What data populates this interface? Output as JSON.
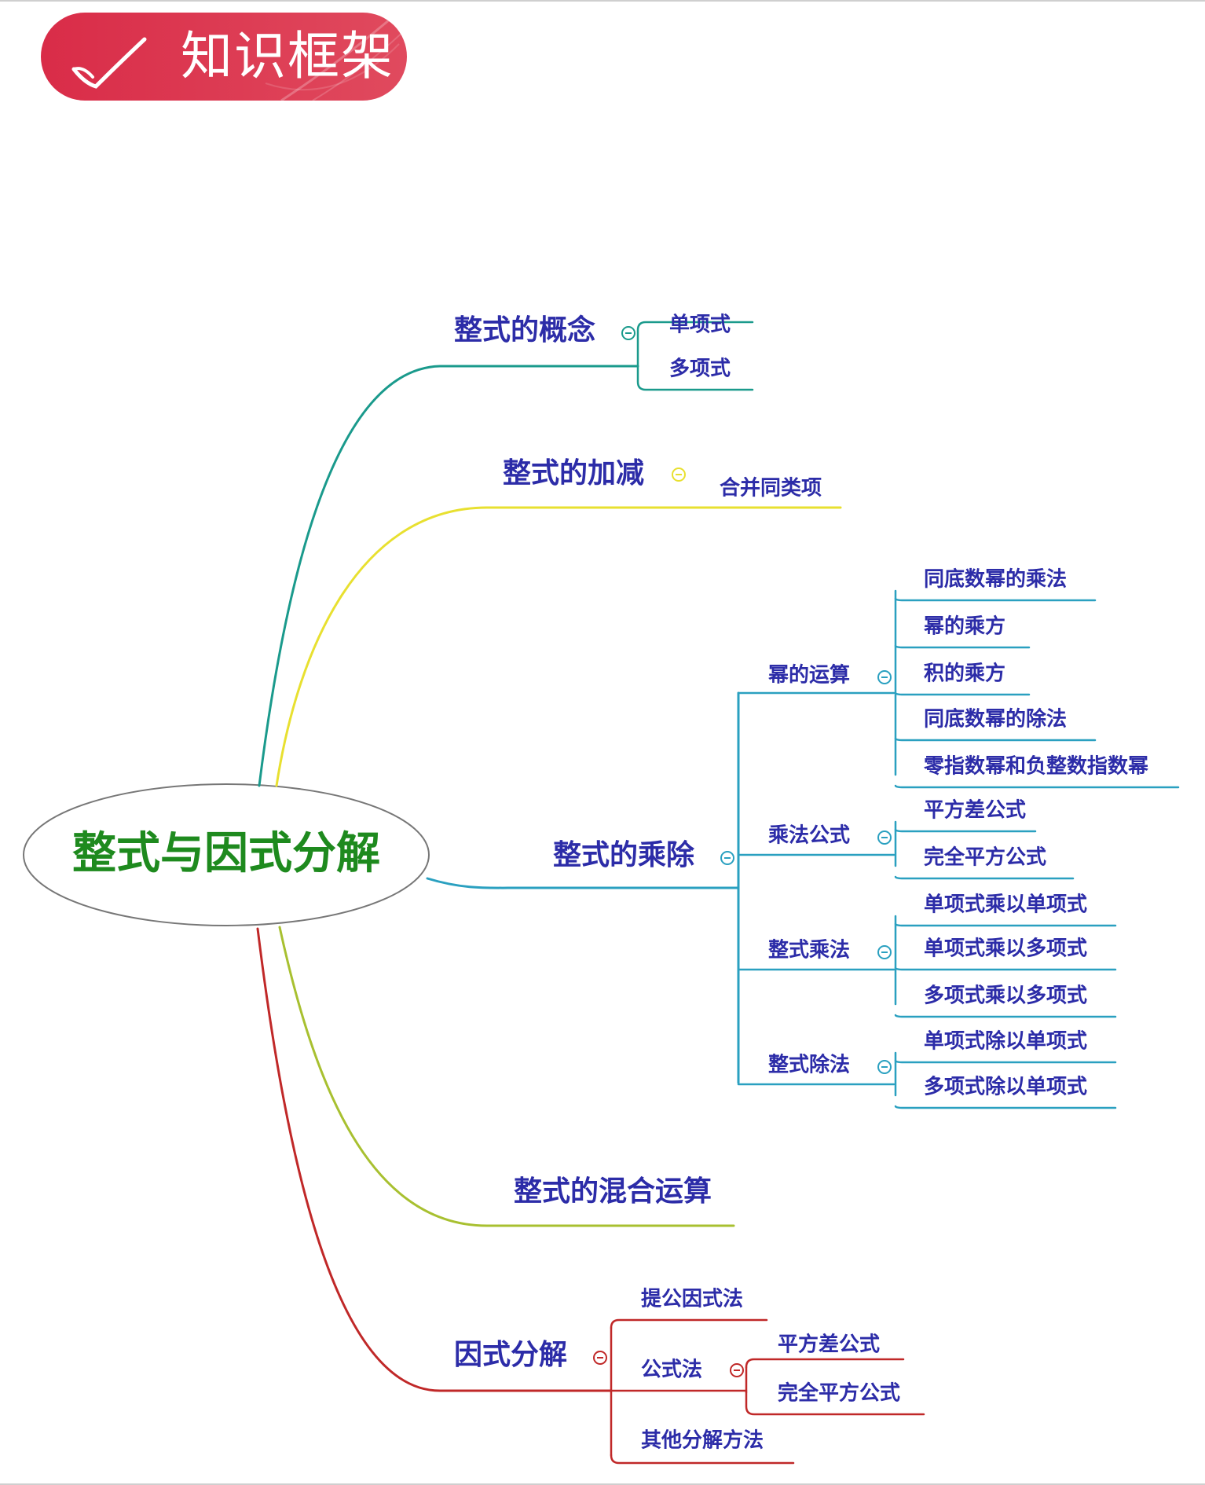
{
  "header": {
    "title": "知识框架"
  },
  "mindmap": {
    "center": "整式与因式分解",
    "branches": [
      {
        "label": "整式的概念",
        "children": [
          "单项式",
          "多项式"
        ]
      },
      {
        "label": "整式的加减",
        "children": [
          "合并同类项"
        ]
      },
      {
        "label": "整式的乘除",
        "children": [
          {
            "label": "幂的运算",
            "children": [
              "同底数幂的乘法",
              "幂的乘方",
              "积的乘方",
              "同底数幂的除法",
              "零指数幂和负整数指数幂"
            ]
          },
          {
            "label": "乘法公式",
            "children": [
              "平方差公式",
              "完全平方公式"
            ]
          },
          {
            "label": "整式乘法",
            "children": [
              "单项式乘以单项式",
              "单项式乘以多项式",
              "多项式乘以多项式"
            ]
          },
          {
            "label": "整式除法",
            "children": [
              "单项式除以单项式",
              "多项式除以单项式"
            ]
          }
        ]
      },
      {
        "label": "整式的混合运算",
        "children": []
      },
      {
        "label": "因式分解",
        "children": [
          "提公因式法",
          {
            "label": "公式法",
            "children": [
              "平方差公式",
              "完全平方公式"
            ]
          },
          "其他分解方法"
        ]
      }
    ]
  },
  "colors": {
    "concept": "#1a9a8c",
    "addsub": "#e8e030",
    "muldiv": "#2aa0c0",
    "mixed": "#a8c030",
    "factor": "#c02828",
    "text": "#2c2ca8",
    "center_text": "#1e8a1e",
    "badge": "#d92c48"
  }
}
